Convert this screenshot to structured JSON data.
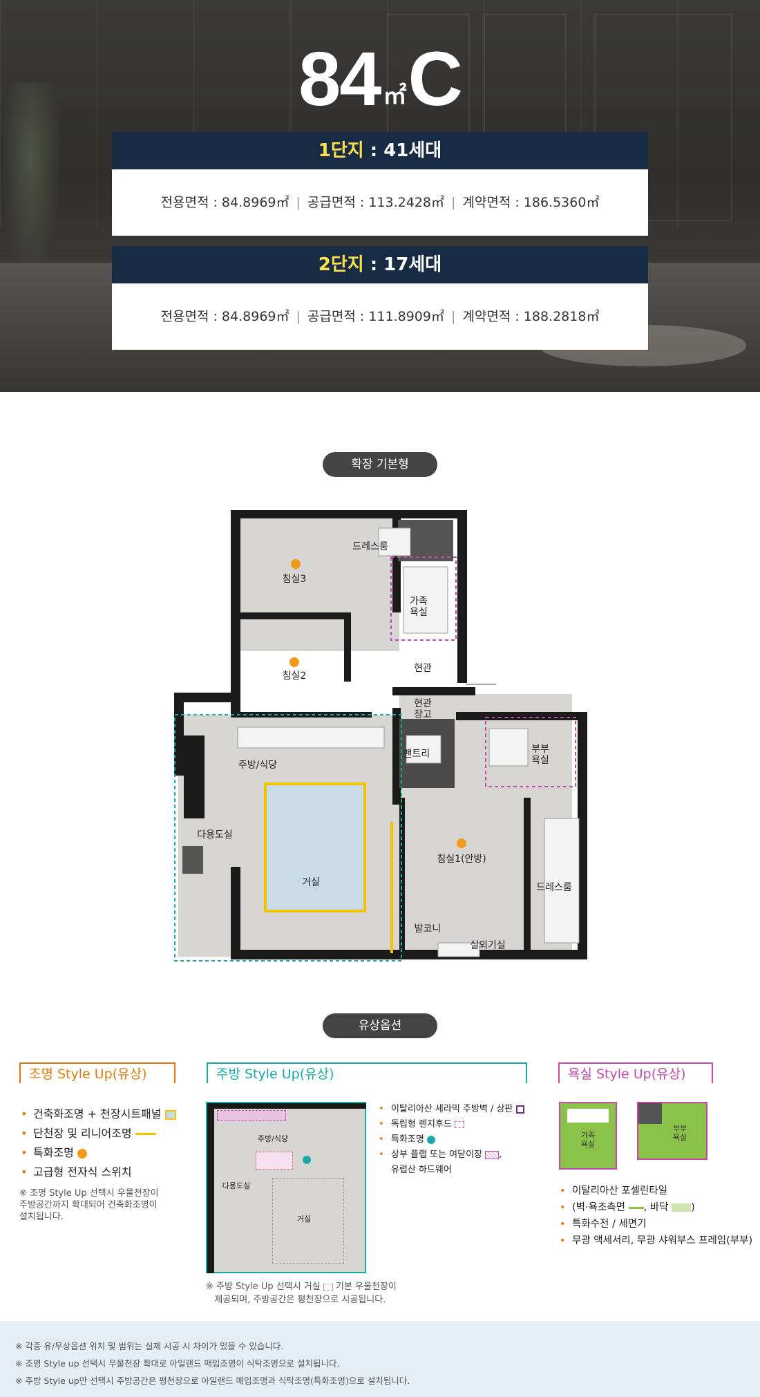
{
  "hero": {
    "title_main": "84",
    "title_unit": "㎡",
    "title_type": "C",
    "danji": [
      {
        "name": "1단지",
        "sep": " : ",
        "households": "41세대",
        "areas": [
          "전용면적 : 84.8969㎡",
          "공급면적 : 113.2428㎡",
          "계약면적 : 186.5360㎡"
        ]
      },
      {
        "name": "2단지",
        "sep": " : ",
        "households": "17세대",
        "areas": [
          "전용면적 : 84.8969㎡",
          "공급면적 : 111.8909㎡",
          "계약면적 : 188.2818㎡"
        ]
      }
    ],
    "divider": "|"
  },
  "plan": {
    "badge": "확장 기본형",
    "rooms": {
      "bed3": "침실3",
      "dress1": "드레스룸",
      "bath_family": "가족\n욕실",
      "bed2": "침실2",
      "entrance": "현관",
      "storage": "현관\n창고",
      "pantry": "팬트리",
      "bath_master": "부부\n욕실",
      "kitchen": "주방/식당",
      "utility": "다용도실",
      "bed1": "침실1(안방)",
      "dress2": "드레스룸",
      "living": "거실",
      "balcony": "발코니",
      "outdoor": "실외기실"
    }
  },
  "options": {
    "badge": "유상옵션",
    "lighting": {
      "title": "조명 Style Up(유상)",
      "items": [
        "건축화조명 + 천장시트패널",
        "단천장 및 리니어조명",
        "특화조명",
        "고급형 전자식 스위치"
      ],
      "note": "※ 조명 Style Up 선택시 우물천장이\n주방공간까지 확대되어 건축화조명이\n설치됩니다."
    },
    "kitchen": {
      "title": "주방 Style Up(유상)",
      "items": [
        "이탈리아산 세라믹 주방벽 / 상판",
        "독립형 렌지후드",
        "특화조명",
        "상부 플랩 또는 여닫이장",
        "유럽산 하드웨어"
      ],
      "mini_labels": {
        "kitchen": "주방/식당",
        "utility": "다용도실",
        "living": "거실"
      },
      "note_a": "※ 주방 Style Up 선택시 거실",
      "note_b": "기본 우물천장이",
      "note_c": "제공되며, 주방공간은 평천장으로 시공됩니다."
    },
    "bath": {
      "title": "욕실 Style Up(유상)",
      "mini_labels": {
        "family": "가족\n욕실",
        "master": "부부\n욕실"
      },
      "items": [
        "이탈리아산 포셀린타일",
        "(벽·욕조측면",
        ", 바닥",
        ")",
        "특화수전 / 세면기",
        "무광 액세서리, 무광 샤워부스 프레임(부부)"
      ]
    }
  },
  "footer": [
    "※ 각종 유/무상옵션 위치 및 범위는 실제 시공 시 차이가 있을 수 있습니다.",
    "※ 조명 Style up 선택시 우물천장 확대로 아일랜드 매입조명이 식탁조명으로 설치됩니다.",
    "※ 주방 Style up만 선택시 주방공간은 평천장으로 아일랜드 매입조명과 식탁조명(특화조명)으로 설치됩니다."
  ],
  "colors": {
    "navy": "#172b44",
    "yellow": "#ffe14b",
    "orange": "#e07a10",
    "teal": "#1aa9a9",
    "magenta": "#c04aa8",
    "light_orange": "#f39a1b",
    "lime": "#8bc34a"
  }
}
